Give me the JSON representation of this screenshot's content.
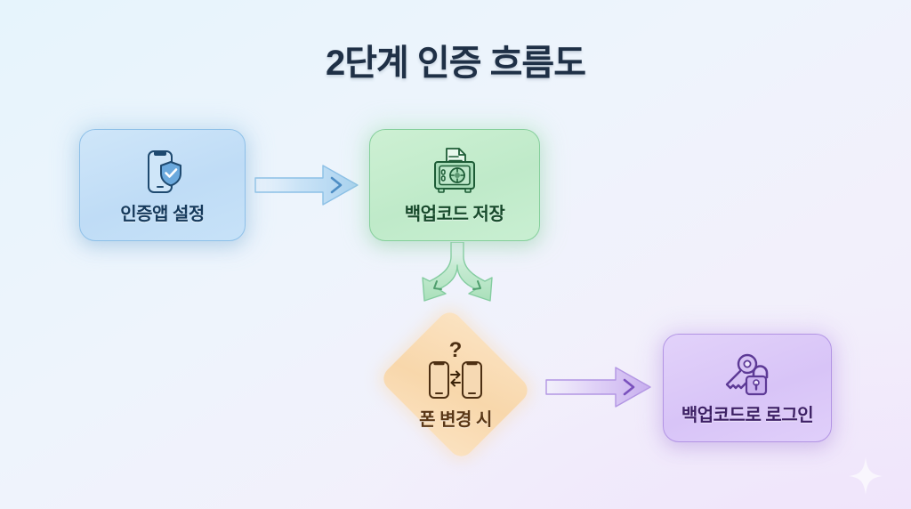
{
  "page": {
    "title": "2단계 인증 흐름도",
    "background_start": "#e6f4fc",
    "background_end": "#f3ecfb",
    "title_color": "#1f3046"
  },
  "nodes": [
    {
      "id": "auth-app",
      "label": "인증앱 설정",
      "icon": "phone-shield-check-icon",
      "shape": "rounded-rect",
      "fill": "#c7e2f8",
      "border": "#8ec0e8",
      "text_color": "#163a5c"
    },
    {
      "id": "backup-save",
      "label": "백업코드 저장",
      "icon": "safe-vault-document-icon",
      "shape": "rounded-rect",
      "fill": "#c9efd2",
      "border": "#85cf9b",
      "text_color": "#174a2b"
    },
    {
      "id": "phone-change",
      "label": "폰 변경 시",
      "icon": "two-phones-swap-question-icon",
      "shape": "diamond",
      "fill": "#fbe2c0",
      "border": "#e8b878",
      "text_color": "#5a3716"
    },
    {
      "id": "login-backup",
      "label": "백업코드로 로그인",
      "icon": "key-unlocked-padlock-icon",
      "shape": "rounded-rect",
      "fill": "#e0cffa",
      "border": "#b294e4",
      "text_color": "#3d2065"
    }
  ],
  "arrows": [
    {
      "id": "app-to-save",
      "from": "auth-app",
      "to": "backup-save",
      "style": "block-arrow-right",
      "color": "#a9d2ee",
      "icon": "arrow-right-icon"
    },
    {
      "id": "save-to-diamond",
      "from": "backup-save",
      "to": "phone-change",
      "style": "forked-arrow-down",
      "color": "#9fd9b0",
      "icon": "arrow-fork-down-icon"
    },
    {
      "id": "diamond-to-login",
      "from": "phone-change",
      "to": "login-backup",
      "style": "block-arrow-right",
      "color": "#c8aeee",
      "icon": "arrow-right-icon"
    }
  ],
  "decoration": {
    "sparkle": "sparkle-star-icon"
  }
}
